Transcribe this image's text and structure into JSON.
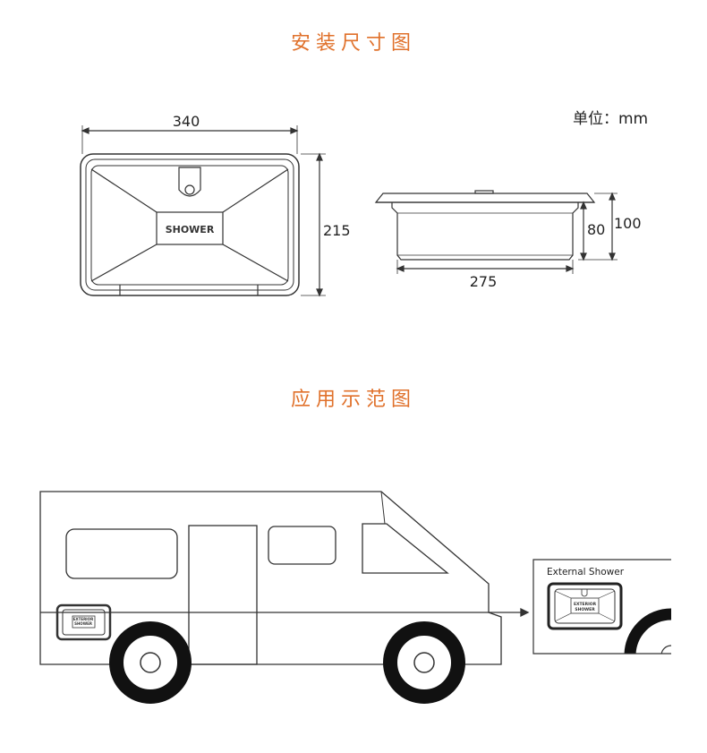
{
  "sections": {
    "install_title": "安装尺寸图",
    "application_title": "应用示范图"
  },
  "unit_label": "单位：mm",
  "dimensions": {
    "width": "340",
    "height": "215",
    "inner_width": "275",
    "depth_inner": "80",
    "depth_total": "100"
  },
  "box_label": "SHOWER",
  "vehicle_box_label_line1": "EXTERIOR",
  "vehicle_box_label_line2": "SHOWER",
  "callout": {
    "title": "External Shower",
    "label_line1": "EXTERIOR",
    "label_line2": "SHOWER"
  },
  "colors": {
    "heading": "#e0712b",
    "line": "#333333"
  }
}
